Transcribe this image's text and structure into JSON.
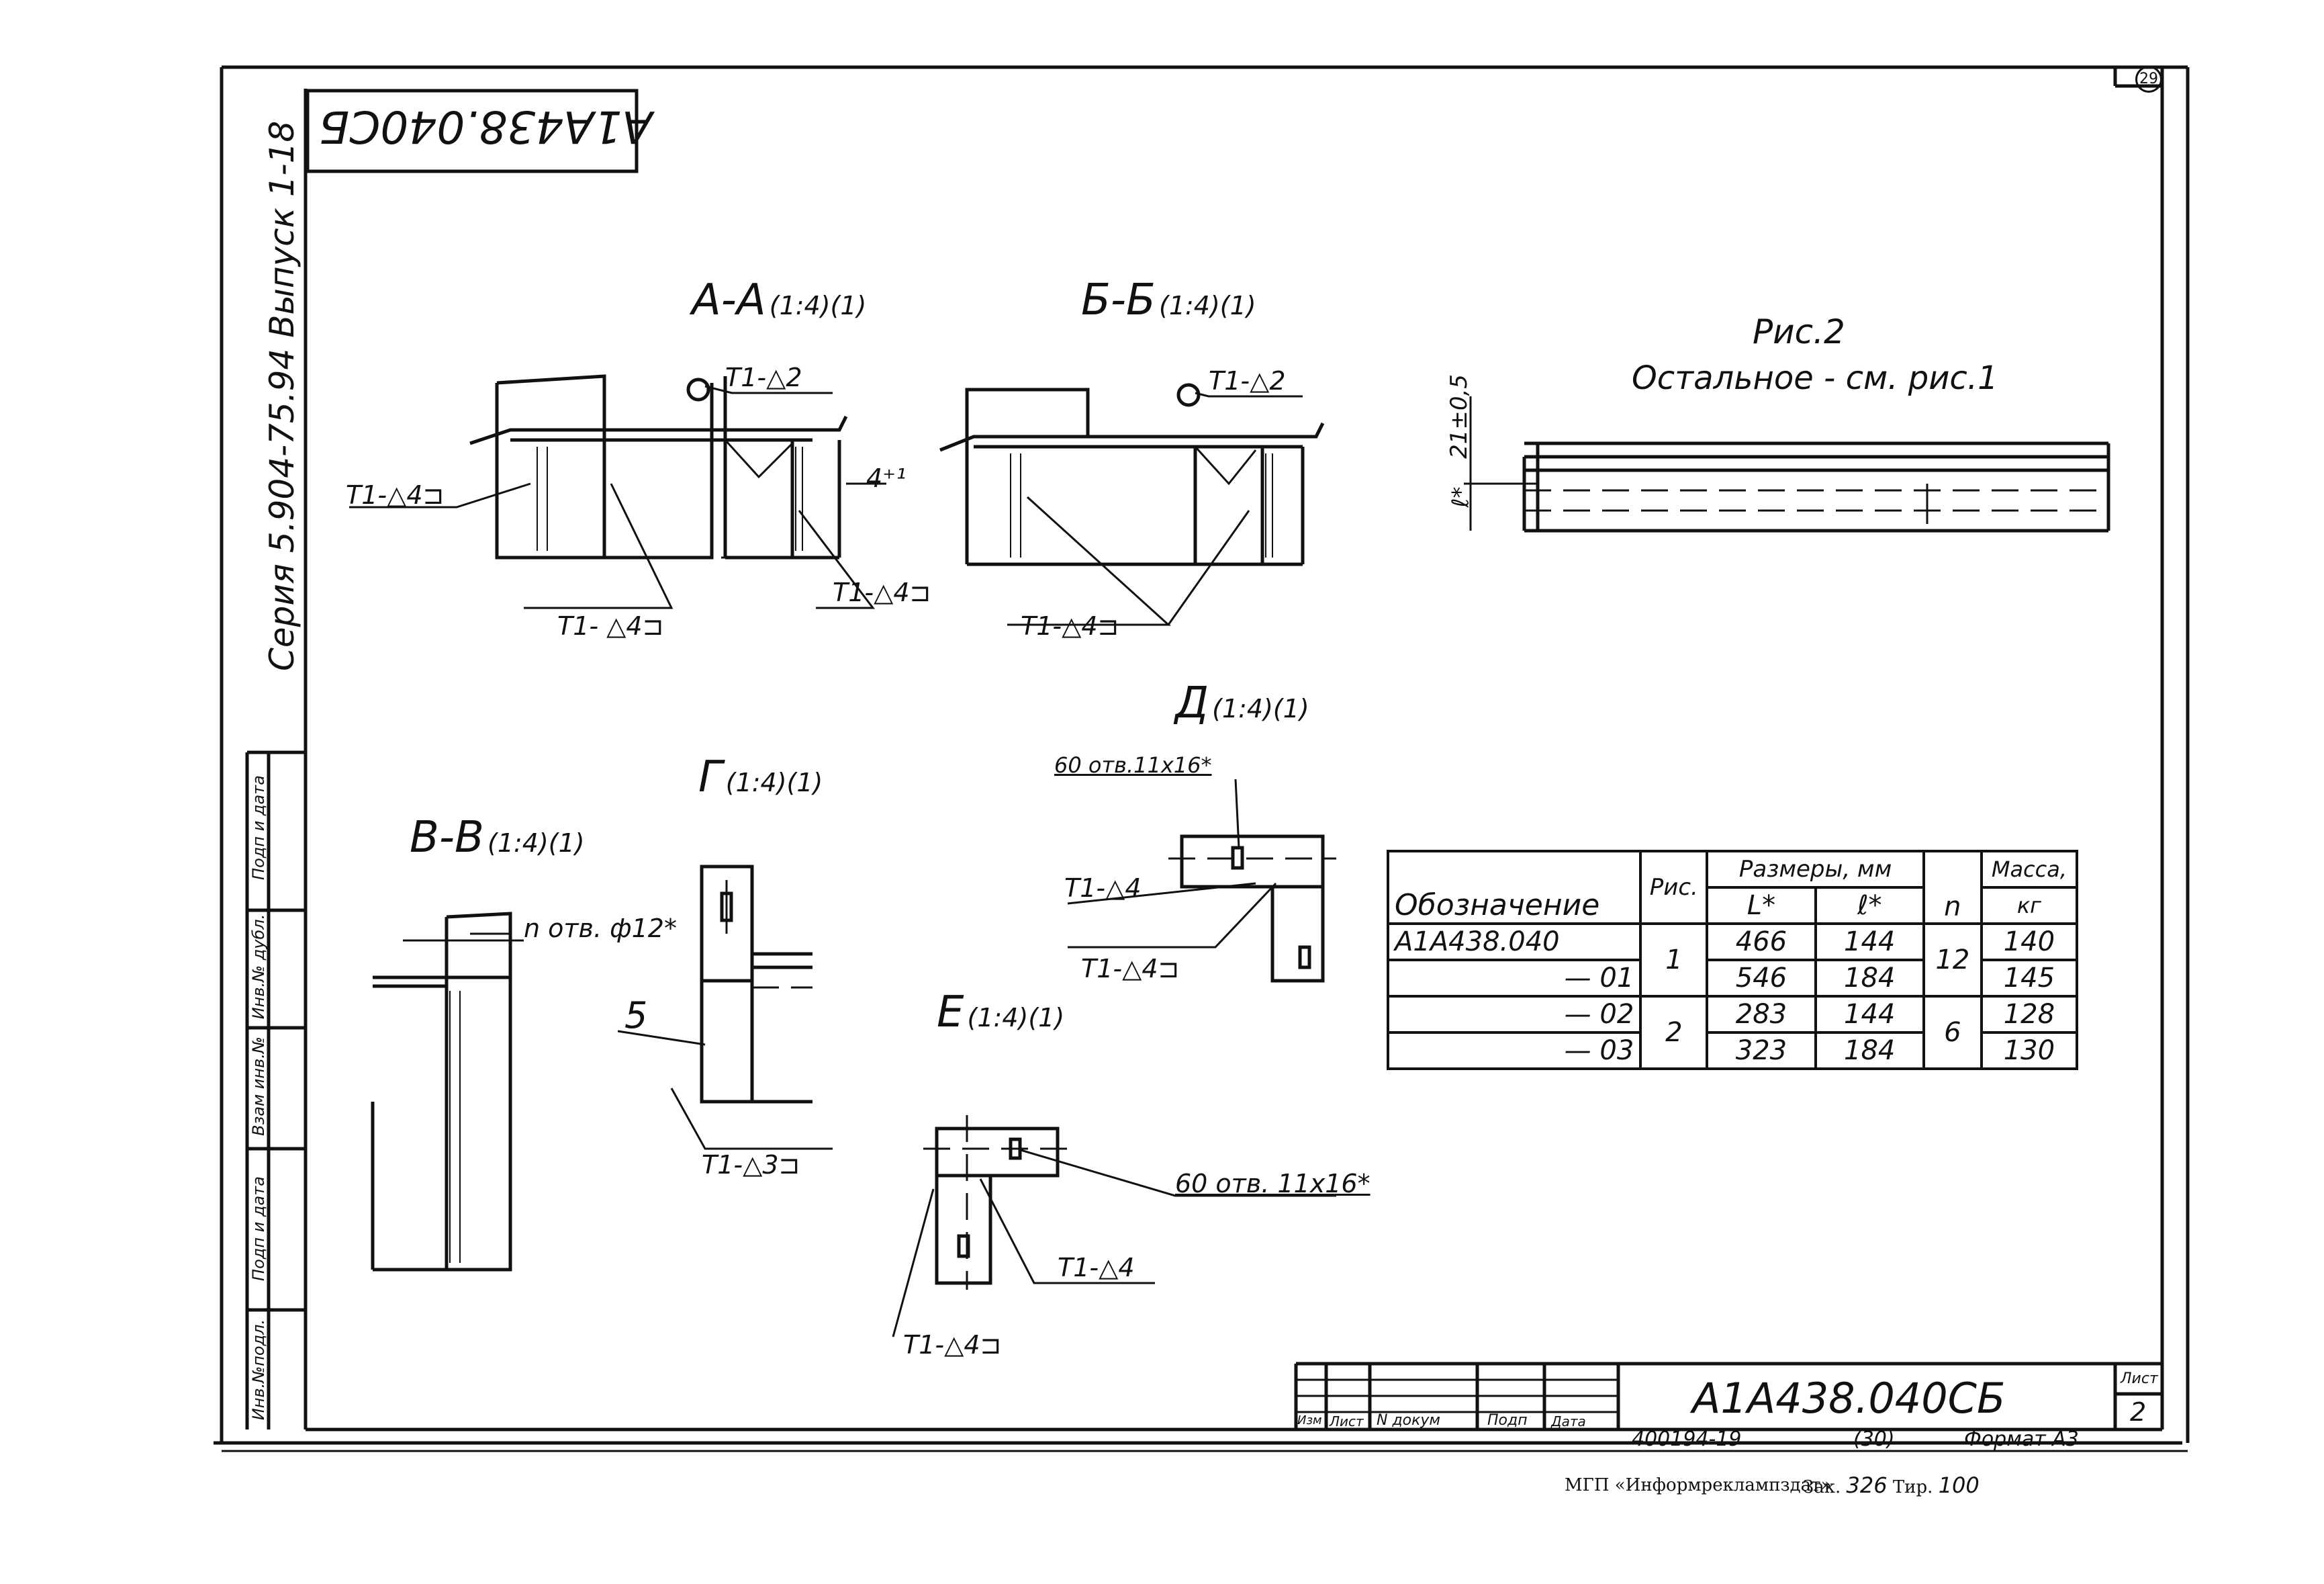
{
  "sheet": {
    "corner_mark": "29",
    "code_top_rotated": "А1А438.040СБ",
    "series_vertical": "Серия 5.904-75.94 Выпуск 1-18",
    "sidebar_labels": [
      "Подп и дата",
      "Инв.№ дубл.",
      "Взам инв.№",
      "Подп и дата",
      "Инв.№подл."
    ]
  },
  "sections": {
    "aa": {
      "title": "А-А",
      "scale": "(1:4)(1)"
    },
    "bb": {
      "title": "Б-Б",
      "scale": "(1:4)(1)"
    },
    "vv": {
      "title": "В-В",
      "scale": "(1:4)(1)"
    },
    "g": {
      "title": "Г",
      "scale": "(1:4)(1)"
    },
    "d": {
      "title": "Д",
      "scale": "(1:4)(1)"
    },
    "e": {
      "title": "Е",
      "scale": "(1:4)(1)"
    }
  },
  "labels": {
    "aa_weld_t2": "Т1-△2",
    "aa_weld_left": "Т1-△4⊐",
    "aa_weld_bottom": "Т1- △4⊐",
    "aa_weld_right": "Т1-△4⊐",
    "aa_dim": "4⁺¹",
    "bb_weld_t2": "Т1-△2",
    "bb_weld_bottom": "Т1-△4⊐",
    "vv_hole": "n отв. ф12*",
    "g_part": "5",
    "g_weld": "Т1-△3⊐",
    "d_holes": "60 отв.11х16*",
    "d_weld_1": "Т1-△4",
    "d_weld_2": "Т1-△4⊐",
    "e_holes": "60 отв. 11х16*",
    "e_weld_1": "Т1-△4",
    "e_weld_2": "Т1-△4⊐"
  },
  "fig2": {
    "title": "Рис.2",
    "subtitle": "Остальное - см. рис.1",
    "dim_vertical": "21±0,5",
    "dim_l": "ℓ*"
  },
  "table": {
    "headers": {
      "designation": "Обозначение",
      "fig": "Рис.",
      "sizes": "Размеры, мм",
      "L": "L*",
      "l": "ℓ*",
      "n": "n",
      "mass": "Масса,",
      "mass_unit": "кг"
    },
    "rows": [
      {
        "designation": "А1А438.040",
        "L": "466",
        "l": "144",
        "mass": "140"
      },
      {
        "designation": "— 01",
        "L": "546",
        "l": "184",
        "mass": "145"
      },
      {
        "designation": "— 02",
        "L": "283",
        "l": "144",
        "mass": "128"
      },
      {
        "designation": "— 03",
        "L": "323",
        "l": "184",
        "mass": "130"
      }
    ],
    "fig_groups": [
      "1",
      "2"
    ],
    "n_groups": [
      "12",
      "6"
    ]
  },
  "title_block": {
    "doc_code": "А1А438.040СБ",
    "sheet_label": "Лист",
    "sheet_number": "2",
    "cols": [
      "Изм",
      "Лист",
      "N докум",
      "Подп",
      "Дата"
    ]
  },
  "footer": {
    "inv": "400194-19",
    "page": "(30)",
    "format": "Формат А3",
    "publisher": "МГП «Информреклампздат»",
    "order_label": "Зак.",
    "order_num": "326",
    "circ_label": "Тир.",
    "circ_num": "100"
  }
}
